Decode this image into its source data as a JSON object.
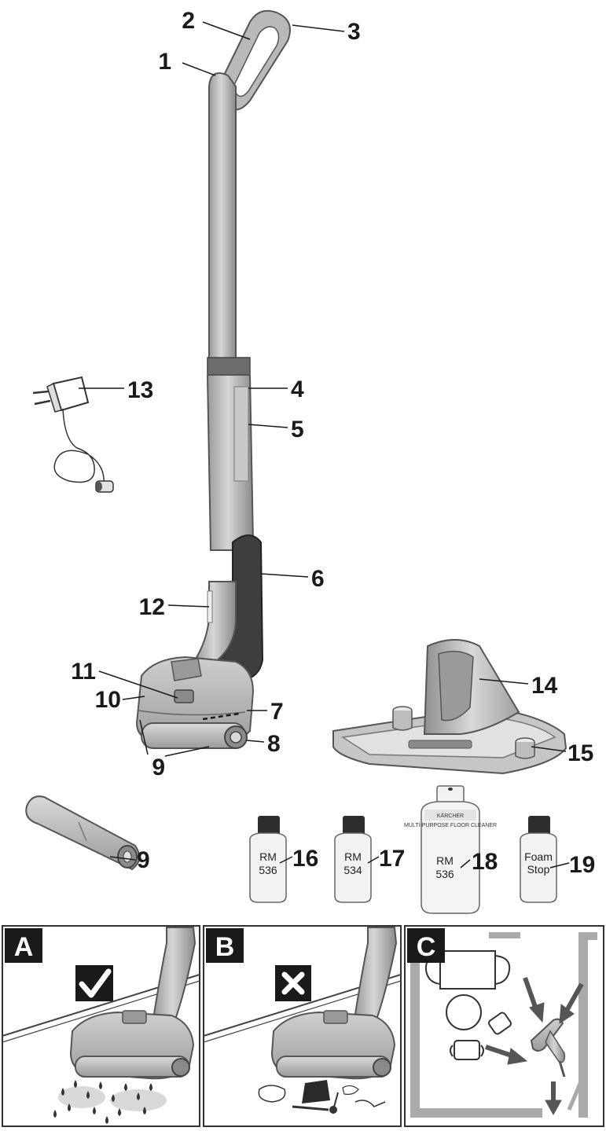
{
  "callouts": [
    {
      "id": "1",
      "text": "1"
    },
    {
      "id": "2",
      "text": "2"
    },
    {
      "id": "3",
      "text": "3"
    },
    {
      "id": "4",
      "text": "4"
    },
    {
      "id": "5",
      "text": "5"
    },
    {
      "id": "6",
      "text": "6"
    },
    {
      "id": "7",
      "text": "7"
    },
    {
      "id": "8",
      "text": "8"
    },
    {
      "id": "9a",
      "text": "9"
    },
    {
      "id": "9b",
      "text": "9"
    },
    {
      "id": "10",
      "text": "10"
    },
    {
      "id": "11",
      "text": "11"
    },
    {
      "id": "12",
      "text": "12"
    },
    {
      "id": "13",
      "text": "13"
    },
    {
      "id": "14",
      "text": "14"
    },
    {
      "id": "15",
      "text": "15"
    },
    {
      "id": "16",
      "text": "16"
    },
    {
      "id": "17",
      "text": "17"
    },
    {
      "id": "18",
      "text": "18"
    },
    {
      "id": "19",
      "text": "19"
    }
  ],
  "bottles": {
    "b16": {
      "line1": "RM",
      "line2": "536"
    },
    "b17": {
      "line1": "RM",
      "line2": "534"
    },
    "b18": {
      "line1": "RM",
      "line2": "536",
      "brand": "KÄRCHER",
      "small": "MULTI-PURPOSE FLOOR CLEANER"
    },
    "b19": {
      "line1": "Foam",
      "line2": "Stop"
    }
  },
  "panels": {
    "a": {
      "letter": "A",
      "mark": "check-icon"
    },
    "b": {
      "letter": "B",
      "mark": "cross-icon"
    },
    "c": {
      "letter": "C"
    }
  },
  "colors": {
    "device_light": "#b5b5b5",
    "device_mid": "#8e8e8e",
    "device_dark": "#3e3e3e",
    "wall": "#aaaaaa",
    "label": "#1a1a1a"
  }
}
